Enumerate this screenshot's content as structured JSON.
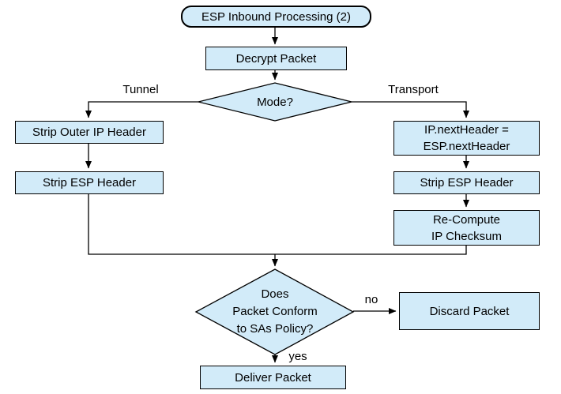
{
  "diagram": {
    "title": "ESP Inbound Processing (2)",
    "nodes": {
      "start": "ESP Inbound Processing (2)",
      "decrypt": "Decrypt Packet",
      "mode_decision": "Mode?",
      "strip_outer_ip": "Strip Outer IP Header",
      "strip_esp_tunnel": "Strip ESP Header",
      "set_next_header": "IP.nextHeader =\nESP.nextHeader",
      "strip_esp_transport": "Strip ESP Header",
      "recompute_checksum": "Re-Compute\nIP Checksum",
      "policy_decision": "Does\nPacket Conform\nto SAs Policy?",
      "discard": "Discard Packet",
      "deliver": "Deliver Packet"
    },
    "edge_labels": {
      "tunnel": "Tunnel",
      "transport": "Transport",
      "no": "no",
      "yes": "yes"
    },
    "colors": {
      "node_fill": "#d2ebf9",
      "node_border": "#000000",
      "text": "#000000",
      "background": "#ffffff"
    }
  }
}
